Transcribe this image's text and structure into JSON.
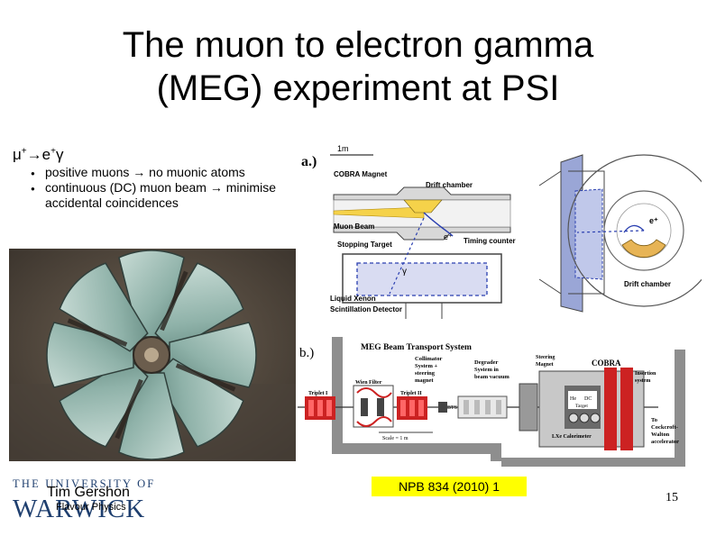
{
  "slide": {
    "title_line1": "The muon to electron gamma",
    "title_line2": "(MEG) experiment at PSI",
    "lead": {
      "base": "μ",
      "sup1": "+",
      "arrow": "→e",
      "sup2": "+",
      "tail": "γ"
    },
    "bullets": [
      "positive muons → no muonic atoms",
      "continuous (DC) muon beam → minimise accidental coincidences"
    ],
    "reference": "NPB 834 (2010) 1",
    "author": "Tim Gershon",
    "subject": "Flavour Physics",
    "page_number": "15"
  },
  "logo": {
    "top_text": "THE UNIVERSITY OF",
    "main_text": "WARWICK"
  },
  "figure_a": {
    "panel_label": "a.)",
    "scale": "1m",
    "labels": {
      "cobra": "COBRA Magnet",
      "drift": "Drift chamber",
      "muon_beam": "Muon Beam",
      "target": "Stopping Target",
      "timing": "Timing counter",
      "xenon_1": "Liquid Xenon",
      "xenon_2": "Scintillation Detector",
      "drift_right": "Drift chamber",
      "electron": "e⁺",
      "gamma": "γ",
      "positron": "e⁺"
    }
  },
  "figure_b": {
    "panel_label": "b.)",
    "title": "MEG Beam Transport System",
    "labels": {
      "collimator_1": "Collimator",
      "collimator_2": "System +",
      "collimator_3": "steering",
      "collimator_4": "magnet",
      "degrader_1": "Degrader",
      "degrader_2": "System in",
      "degrader_3": "beam vacuum",
      "steering_1": "Steering",
      "steering_2": "Magnet",
      "cobra": "COBRA",
      "insertion_1": "Insertion",
      "insertion_2": "system",
      "wien": "Wien Filter",
      "triplet1": "Triplet I",
      "triplet2": "Triplet II",
      "bts": "BTS",
      "scale": "Scale = 1 m",
      "to_1": "To",
      "to_2": "Cockcroft-",
      "to_3": "Walton",
      "to_4": "accelerator",
      "lxe": "LXe Calorimeter",
      "he": "He",
      "dc": "DC",
      "target": "Target"
    }
  },
  "colors": {
    "reference_highlight": "#ffff00",
    "logo": "#1f3f6f",
    "coil_red": "#cc2222",
    "frame_grey": "#8e8e8e"
  }
}
